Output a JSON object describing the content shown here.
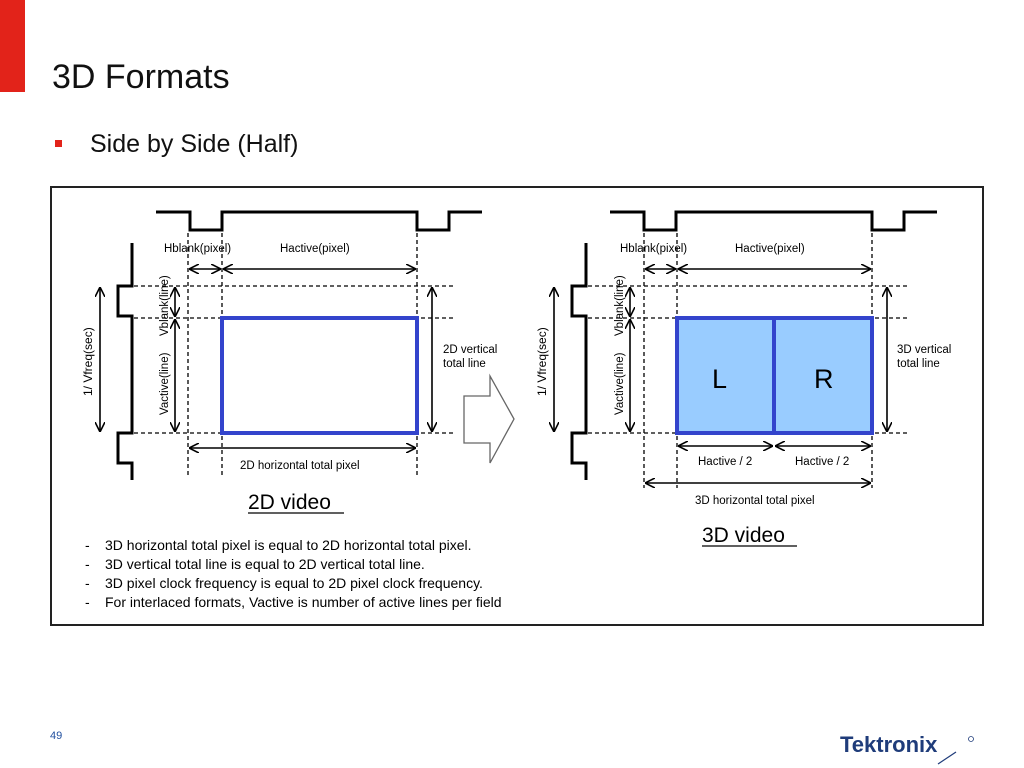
{
  "slide": {
    "title": "3D Formats",
    "bullet": "Side by Side  (Half)",
    "page_number": "49",
    "accent_color": "#e2231a",
    "logo_text": "Tektronix"
  },
  "diagram_2d": {
    "hblank": "Hblank(pixel)",
    "hactive": "Hactive(pixel)",
    "vblank": "Vblank(line)",
    "vactive": "Vactive(line)",
    "vfreq": "1/ Vfreq(sec)",
    "vtotal_line1": "2D vertical",
    "vtotal_line2": "total line",
    "htotal": "2D horizontal total pixel",
    "caption": "2D video"
  },
  "diagram_3d": {
    "hblank": "Hblank(pixel)",
    "hactive": "Hactive(pixel)",
    "vblank": "Vblank(line)",
    "vactive": "Vactive(line)",
    "vfreq": "1/ Vfreq(sec)",
    "vtotal_line1": "3D vertical",
    "vtotal_line2": "total line",
    "left_label": "L",
    "right_label": "R",
    "half_left": "Hactive / 2",
    "half_right": "Hactive / 2",
    "htotal": "3D horizontal total pixel",
    "caption": "3D video",
    "fill_color": "#99ccff",
    "border_color": "#3344cc"
  },
  "notes": [
    "3D horizontal total pixel is equal to 2D horizontal total pixel.",
    "3D vertical total line is equal to 2D vertical total line.",
    "3D pixel clock frequency is equal to 2D pixel clock frequency.",
    "For interlaced formats, Vactive is number of active lines per field"
  ],
  "note_dash": "-"
}
